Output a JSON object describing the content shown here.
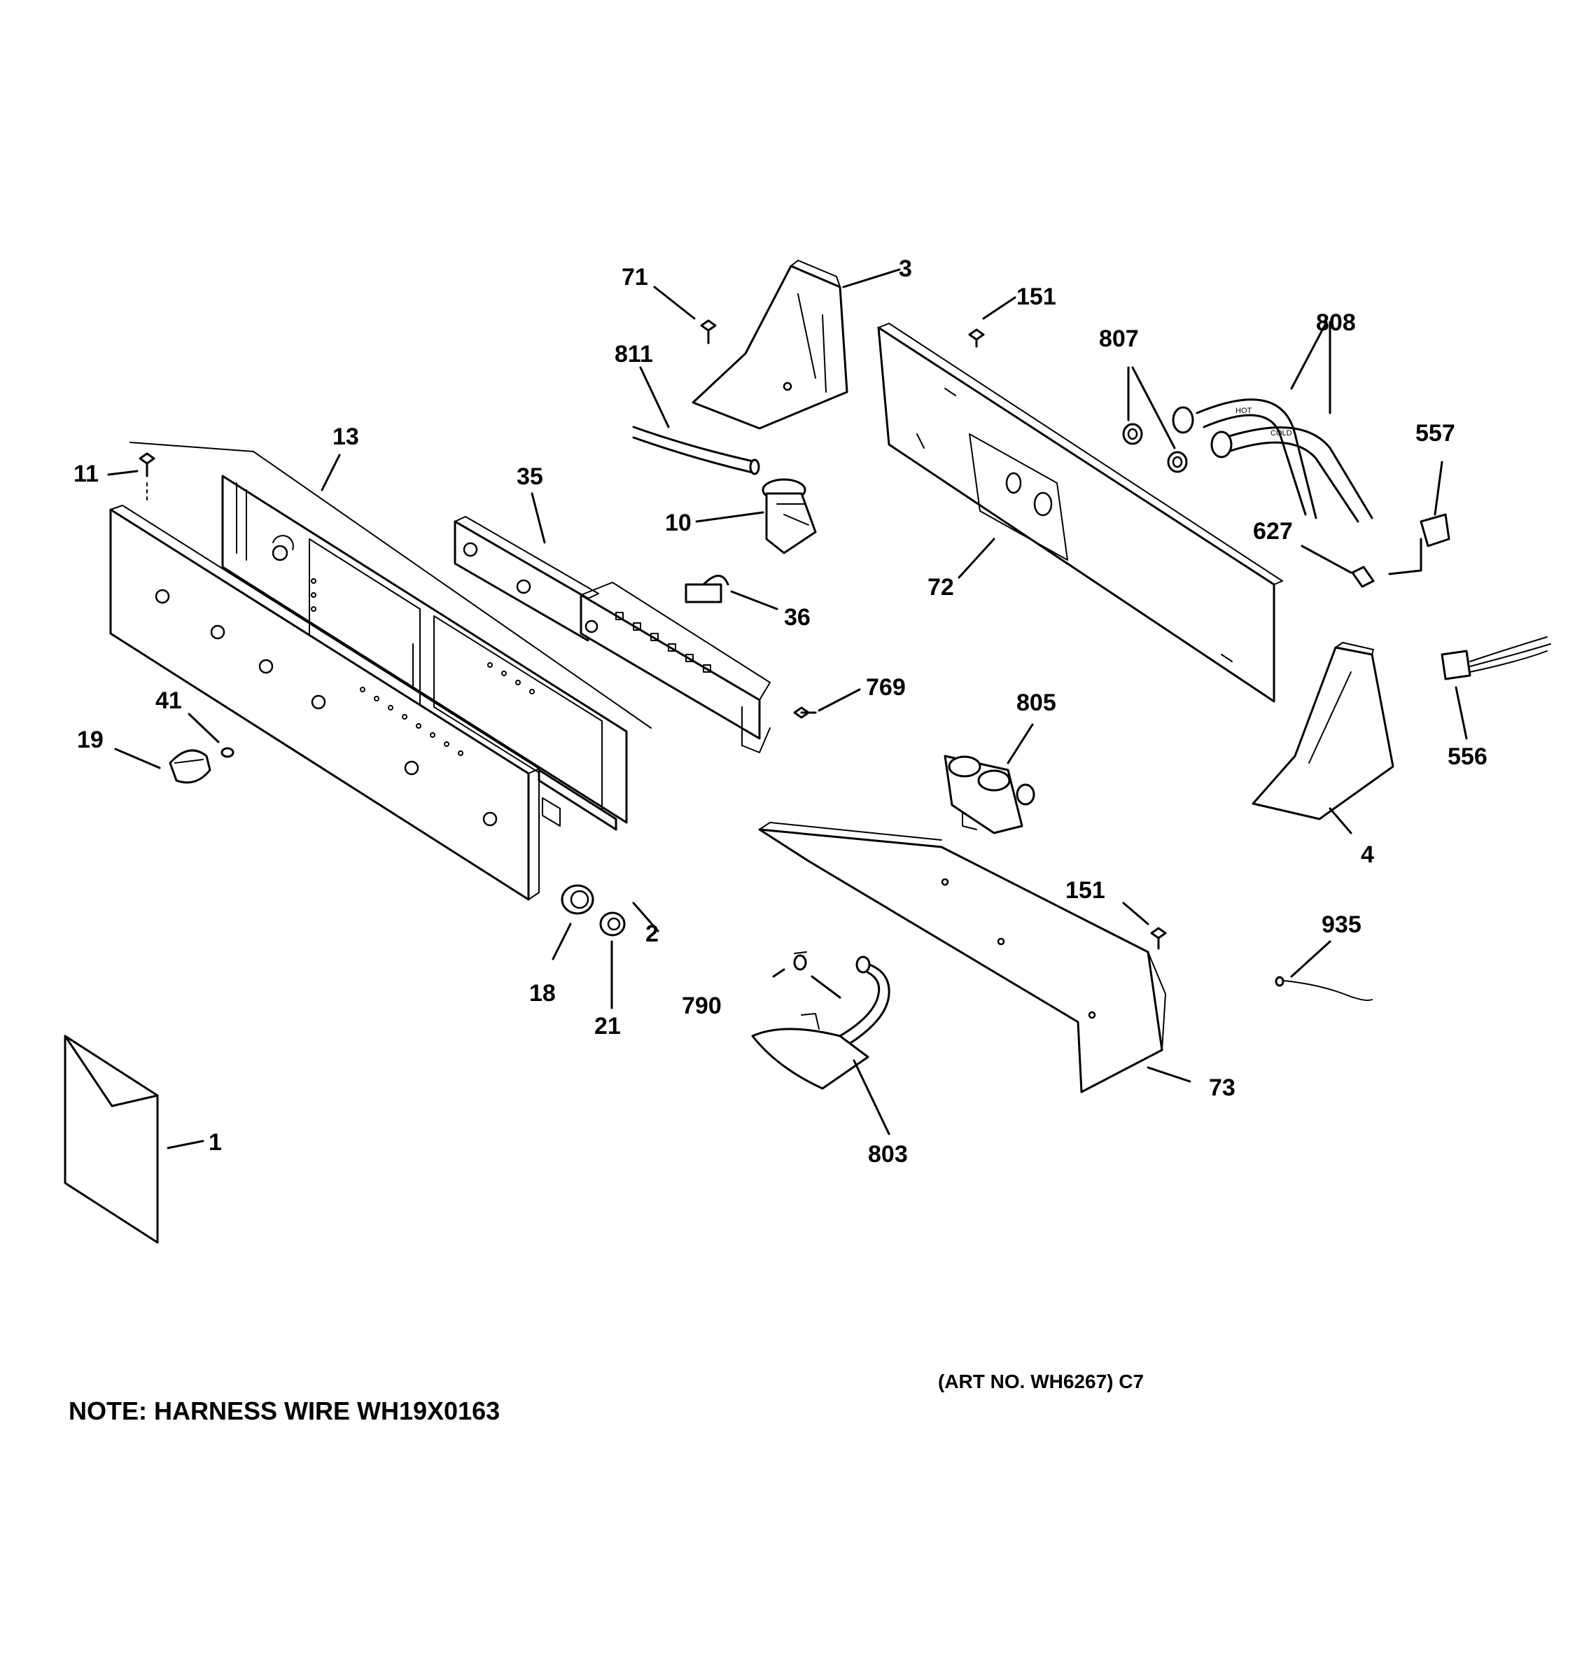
{
  "callouts": {
    "c1": "1",
    "c2": "2",
    "c3": "3",
    "c4": "4",
    "c10": "10",
    "c11": "11",
    "c13": "13",
    "c18": "18",
    "c19": "19",
    "c21": "21",
    "c35": "35",
    "c36": "36",
    "c41": "41",
    "c71": "71",
    "c72": "72",
    "c73": "73",
    "c151a": "151",
    "c151b": "151",
    "c556": "556",
    "c557": "557",
    "c627": "627",
    "c769": "769",
    "c790": "790",
    "c803": "803",
    "c805": "805",
    "c807": "807",
    "c808": "808",
    "c811": "811",
    "c935": "935"
  },
  "hose_labels": {
    "hot": "HOT",
    "cold": "COLD"
  },
  "art_number": "(ART NO. WH6267) C7",
  "note": "NOTE: HARNESS WIRE WH19X0163"
}
